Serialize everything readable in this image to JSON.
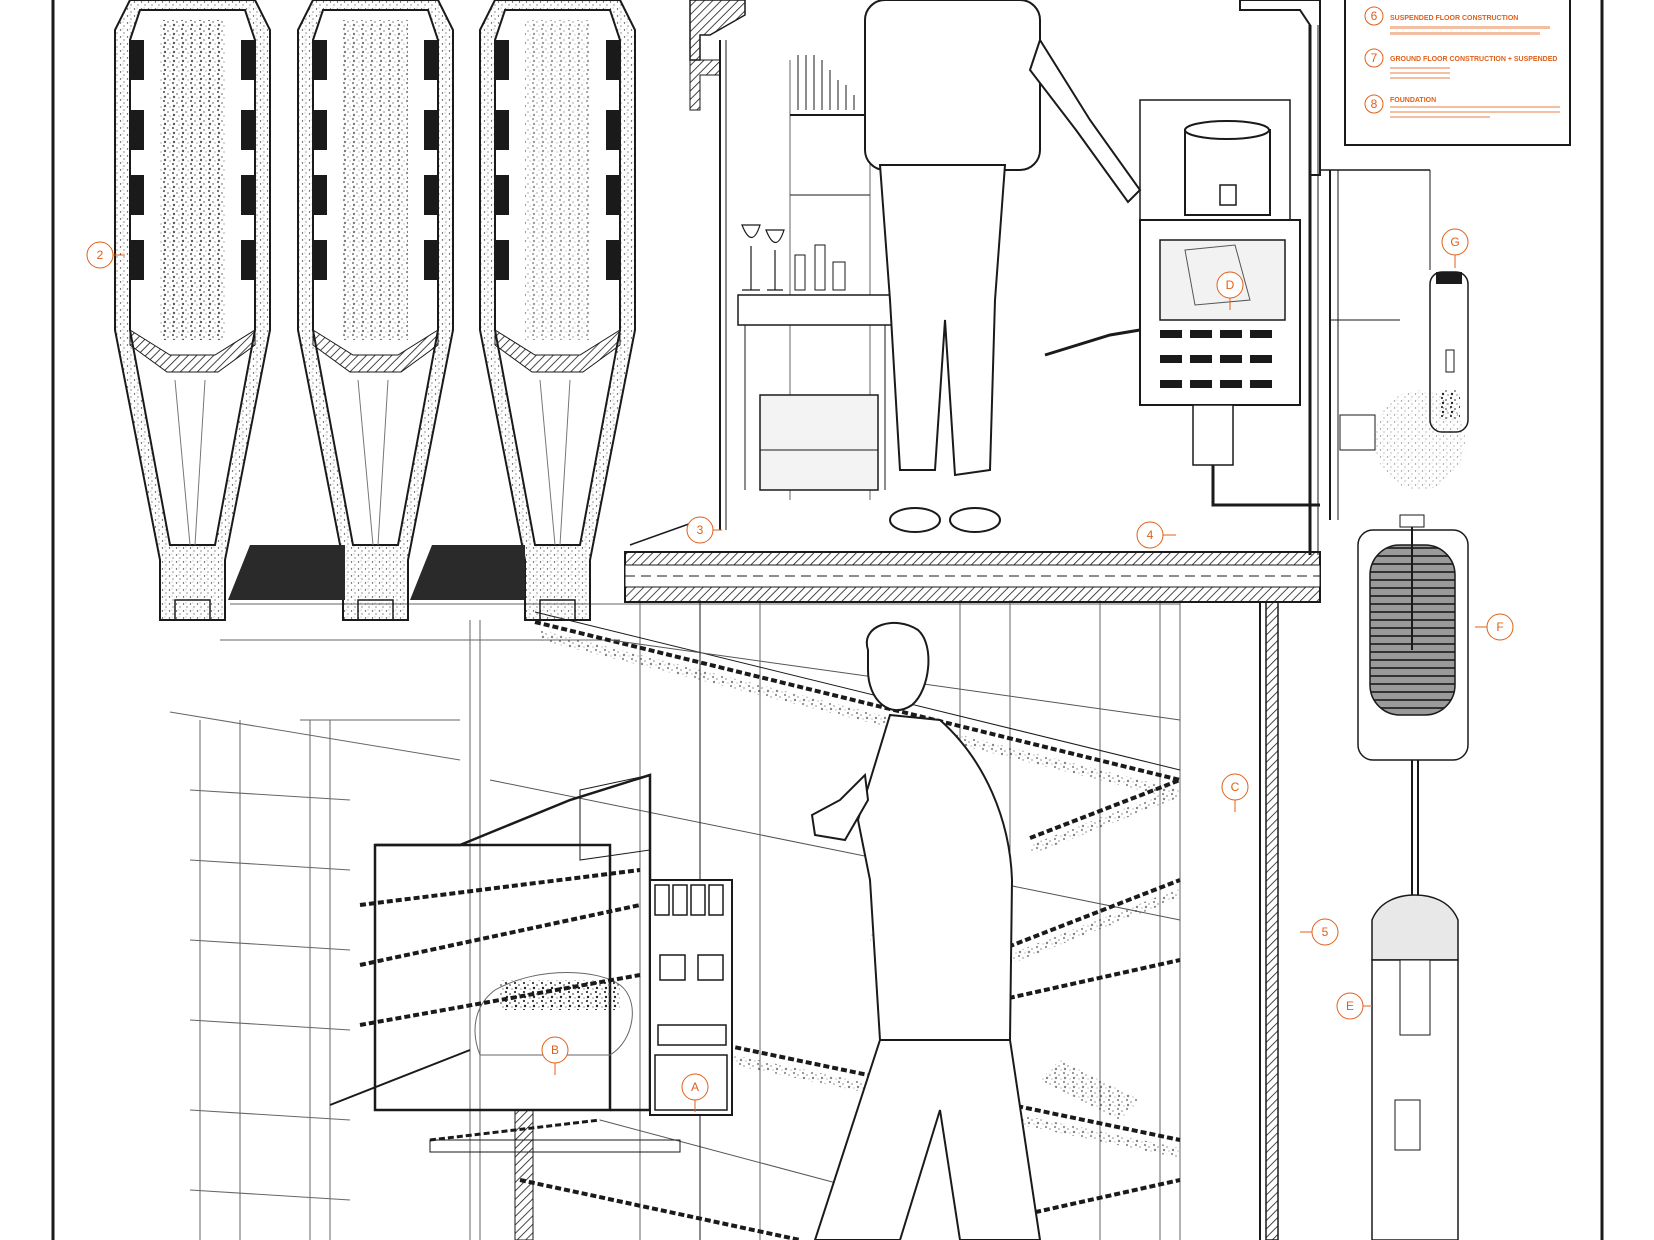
{
  "accent_color": "#e0601a",
  "line_color": "#1a1a1a",
  "tags": {
    "two": "2",
    "three": "3",
    "four": "4",
    "five": "5",
    "a": "A",
    "b": "B",
    "c": "C",
    "d": "D",
    "e": "E",
    "f": "F",
    "g": "G"
  },
  "legend": {
    "items": [
      {
        "number": "6",
        "heading": "SUSPENDED FLOOR CONSTRUCTION"
      },
      {
        "number": "7",
        "heading": "GROUND FLOOR CONSTRUCTION + SUSPENDED"
      },
      {
        "number": "8",
        "heading": "FOUNDATION"
      }
    ]
  },
  "icons": {
    "figure_upper": "standing-person-icon",
    "figure_lower": "walking-person-icon",
    "silos": "fermentation-silo-icon",
    "oven": "oven-icon",
    "pot": "cooking-pot-icon",
    "tank": "water-tank-icon",
    "filter": "water-filter-icon"
  }
}
